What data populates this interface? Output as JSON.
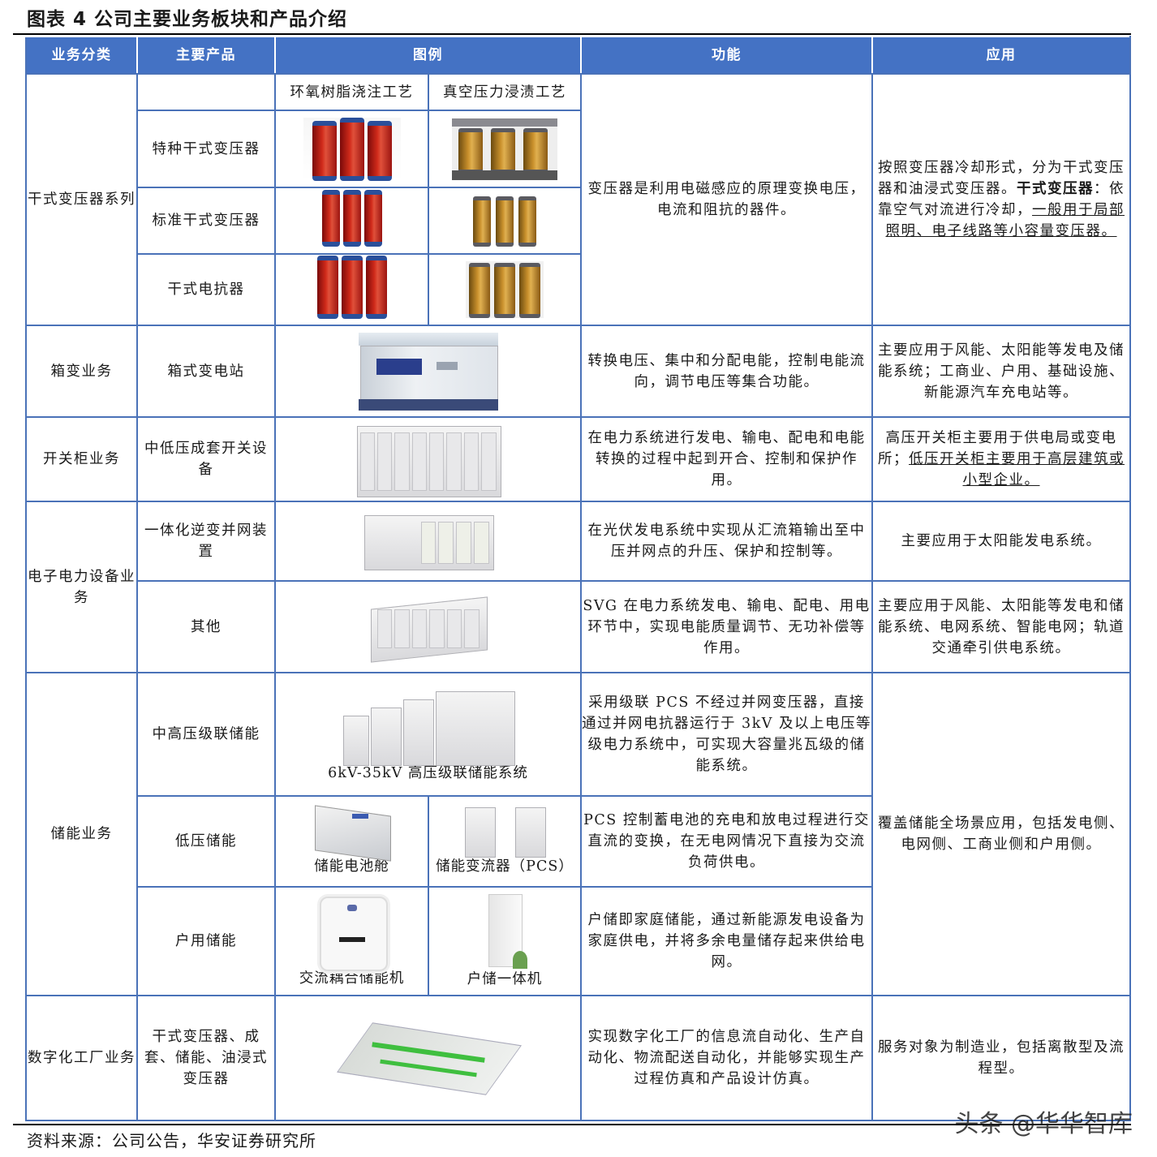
{
  "figure_title": "图表 4 公司主要业务板块和产品介绍",
  "headers": [
    "业务分类",
    "主要产品",
    "图例",
    "功能",
    "应用"
  ],
  "dry_type": {
    "category": "干式变压器系列",
    "process_left": "环氧树脂浇注工艺",
    "process_right": "真空压力浸渍工艺",
    "products": [
      "特种干式变压器",
      "标准干式变压器",
      "干式电抗器"
    ],
    "function": "变压器是利用电磁感应的原理变换电压，电流和阻抗的器件。",
    "application_a": "按照变压器冷却形式，分为干式变压器和油浸式变压器。",
    "application_bold": "干式变压器",
    "application_b": "：依靠空气对流进行冷却，",
    "application_underline": "一般用于局部照明、电子线路等小容量变压器。"
  },
  "box": {
    "category": "箱变业务",
    "product": "箱式变电站",
    "function": "转换电压、集中和分配电能，控制电能流向，调节电压等集合功能。",
    "application": "主要应用于风能、太阳能等发电及储能系统；工商业、户用、基础设施、新能源汽车充电站等。"
  },
  "switchgear": {
    "category": "开关柜业务",
    "product": "中低压成套开关设备",
    "function": "在电力系统进行发电、输电、配电和电能转换的过程中起到开合、控制和保护作用。",
    "application_a": "高压开关柜主要用于供电局或变电所；",
    "application_underline": "低压开关柜主要用于高层建筑或小型企业。"
  },
  "power_electronics": {
    "category": "电子电力设备业务",
    "product1": "一体化逆变并网装置",
    "function1": "在光伏发电系统中实现从汇流箱输出至中压并网点的升压、保护和控制等。",
    "application1": "主要应用于太阳能发电系统。",
    "product2": "其他",
    "function2": "SVG 在电力系统发电、输电、配电、用电环节中，实现电能质量调节、无功补偿等作用。",
    "application2": "主要应用于风能、太阳能等发电和储能系统、电网系统、智能电网；轨道交通牵引供电系统。"
  },
  "storage": {
    "category": "储能业务",
    "product1": "中高压级联储能",
    "caption1": "6kV-35kV  高压级联储能系统",
    "function1": "采用级联 PCS 不经过并网变压器，直接通过并网电抗器运行于 3kV 及以上电压等级电力系统中，可实现大容量兆瓦级的储能系统。",
    "product2": "低压储能",
    "caption2a": "储能电池舱",
    "caption2b": "储能变流器（PCS）",
    "function2": "PCS 控制蓄电池的充电和放电过程进行交直流的变换，在无电网情况下直接为交流负荷供电。",
    "product3": "户用储能",
    "caption3a": "交流耦合储能机",
    "caption3b": "户储一体机",
    "function3": "户储即家庭储能，通过新能源发电设备为家庭供电，并将多余电量储存起来供给电网。",
    "application": "覆盖储能全场景应用，包括发电侧、电网侧、工商业侧和户用侧。"
  },
  "digital": {
    "category": "数字化工厂业务",
    "product": "干式变压器、成套、储能、油浸式变压器",
    "function": "实现数字化工厂的信息流自动化、生产自动化、物流配送自动化，并能够实现生产过程仿真和产品设计仿真。",
    "application": "服务对象为制造业，包括离散型及流程型。"
  },
  "source": "资料来源：公司公告，华安证券研究所",
  "watermark": "头条 @华华智库"
}
